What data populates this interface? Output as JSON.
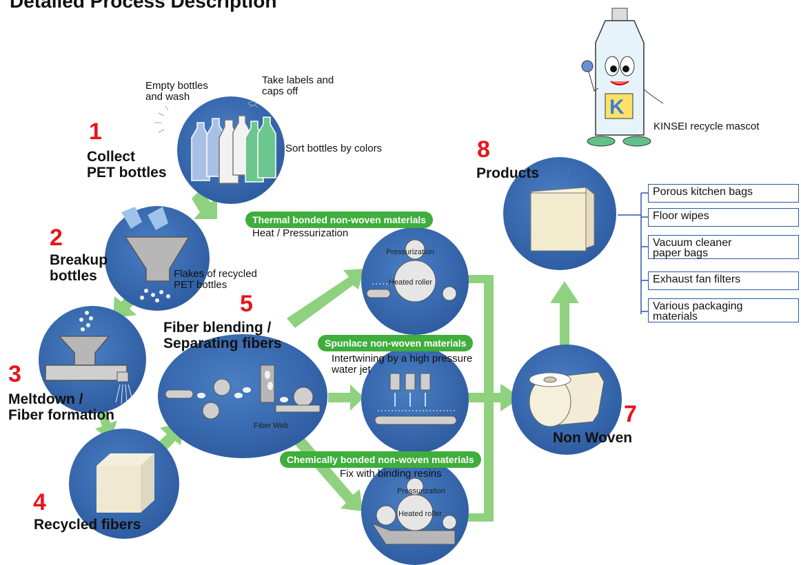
{
  "title": "Detailed Process Description",
  "steps": {
    "s1": {
      "num": "1",
      "label_l1": "Collect",
      "label_l2": "PET bottles"
    },
    "s2": {
      "num": "2",
      "label_l1": "Breakup",
      "label_l2": "bottles"
    },
    "s3": {
      "num": "3",
      "label_l1": "Meltdown /",
      "label_l2": "Fiber formation"
    },
    "s4": {
      "num": "4",
      "label_l1": "Recycled fibers"
    },
    "s5": {
      "num": "5",
      "label_l1": "Fiber blending /",
      "label_l2": "Separating fibers"
    },
    "s7": {
      "num": "7",
      "label_l1": "Non Woven"
    },
    "s8": {
      "num": "8",
      "label_l1": "Products"
    }
  },
  "notes": {
    "empty_l1": "Empty bottles",
    "empty_l2": "and wash",
    "labels_l1": "Take labels and",
    "labels_l2": "caps off",
    "sort": "Sort bottles by colors",
    "flakes_l1": "Flakes of recycled",
    "flakes_l2": "PET bottles",
    "thermal_sub": "Heat / Pressurization",
    "spunlace_sub_l1": "Intertwining by a high pressure",
    "spunlace_sub_l2": "water jet",
    "chem_sub": "Fix with binding resins",
    "mascot": "KINSEI recycle mascot"
  },
  "pills": {
    "thermal": "Thermal bonded non-woven materials",
    "spunlace": "Spunlace non-woven materials",
    "chemical": "Chemically bonded non-woven materials"
  },
  "machine_labels": {
    "pressurization": "Pressurization",
    "heated_roller": "Heated roller",
    "fiber_web": "Fiber Web"
  },
  "mascot_letter": "K",
  "products": [
    {
      "l1": "Porous kitchen bags"
    },
    {
      "l1": "Floor wipes"
    },
    {
      "l1": "Vacuum cleaner",
      "l2": "paper bags"
    },
    {
      "l1": "Exhaust fan filters"
    },
    {
      "l1": "Various packaging",
      "l2": "materials"
    }
  ],
  "colors": {
    "circle": "#3566ab",
    "arrow": "#8fd17e",
    "pill": "#3fae3c",
    "number": "#e8151b",
    "box_border": "#2b55a8"
  }
}
